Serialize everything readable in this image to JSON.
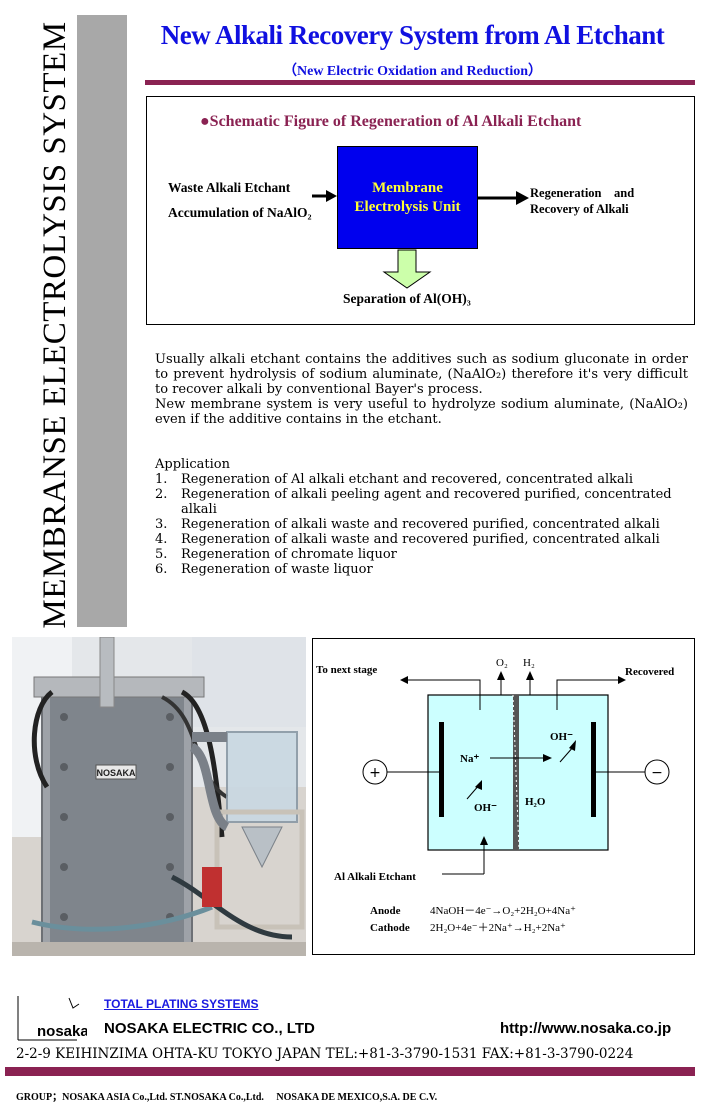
{
  "side_title": "MEMBRANSE ELECTROLYSIS SYSTEM",
  "header": {
    "title": "New Alkali Recovery System from Al Etchant",
    "subtitle": "（New Electric Oxidation and Reduction）"
  },
  "schematic": {
    "title": "●Schematic Figure of Regeneration of Al Alkali Etchant",
    "input_label_1": "Waste Alkali Etchant",
    "input_label_2": "Accumulation of NaAlO₂",
    "unit_label": "Membrane Electrolysis Unit",
    "output_label_1": "Regeneration　and",
    "output_label_2": "Recovery of Alkali",
    "bottom_label": "Separation of Al(OH)₃",
    "colors": {
      "unit_fill": "#0000ee",
      "unit_text": "#ffff33",
      "arrow_fill": "#ccffaa"
    }
  },
  "description": {
    "p1": "Usually alkali etchant contains the additives such as sodium gluconate in order to prevent hydrolysis of sodium aluminate, (NaAlO₂) therefore it's very difficult to recover alkali by conventional Bayer's process.",
    "p2": "New membrane system is very useful to hydrolyze sodium aluminate, (NaAlO₂) even if the additive contains in the etchant."
  },
  "application": {
    "heading": "Application",
    "items": [
      {
        "num": "1.",
        "text": "Regeneration of Al alkali etchant and recovered, concentrated alkali"
      },
      {
        "num": "2.",
        "text": "Regeneration of alkali peeling agent and recovered purified, concentrated alkali"
      },
      {
        "num": "3.",
        "text": "Regeneration of alkali waste and recovered purified, concentrated alkali"
      },
      {
        "num": "4.",
        "text": "Regeneration of alkali waste and recovered purified, concentrated alkali"
      },
      {
        "num": "5.",
        "text": "Regeneration of chromate liquor"
      },
      {
        "num": "6.",
        "text": "Regeneration of waste liquor"
      }
    ]
  },
  "photo": {
    "badge": "NOSAKA"
  },
  "cell_diagram": {
    "to_next_stage": "To next stage",
    "o2": "O₂",
    "h2": "H₂",
    "recovered": "Recovered",
    "plus": "+",
    "minus": "−",
    "na": "Na⁺",
    "oh_right": "OH⁻",
    "oh_left": "OH⁻",
    "h2o": "H₂O",
    "al_etchant": "Al Alkali Etchant",
    "anode_label": "Anode",
    "anode_eq": "4NaOH－4e⁻→O₂+2H₂O+4Na⁺",
    "cathode_label": "Cathode",
    "cathode_eq": "2H₂O+4e⁻＋2Na⁺→H₂+2Na⁺",
    "colors": {
      "bath": "#ccffff"
    }
  },
  "footer": {
    "link": "TOTAL PLATING SYSTEMS",
    "logo_text": "nosaka",
    "company": "NOSAKA ELECTRIC CO., LTD",
    "website": "http://www.nosaka.co.jp",
    "address": "2-2-9 KEIHINZIMA OHTA-KU TOKYO JAPAN TEL:+81-3-3790-1531 FAX:+81-3-3790-0224",
    "group": "GROUP；NOSAKA ASIA Co.,Ltd.  ST.NOSAKA Co.,Ltd.　 NOSAKA DE MEXICO,S.A. DE C.V.",
    "accent_color": "#8a2252"
  }
}
